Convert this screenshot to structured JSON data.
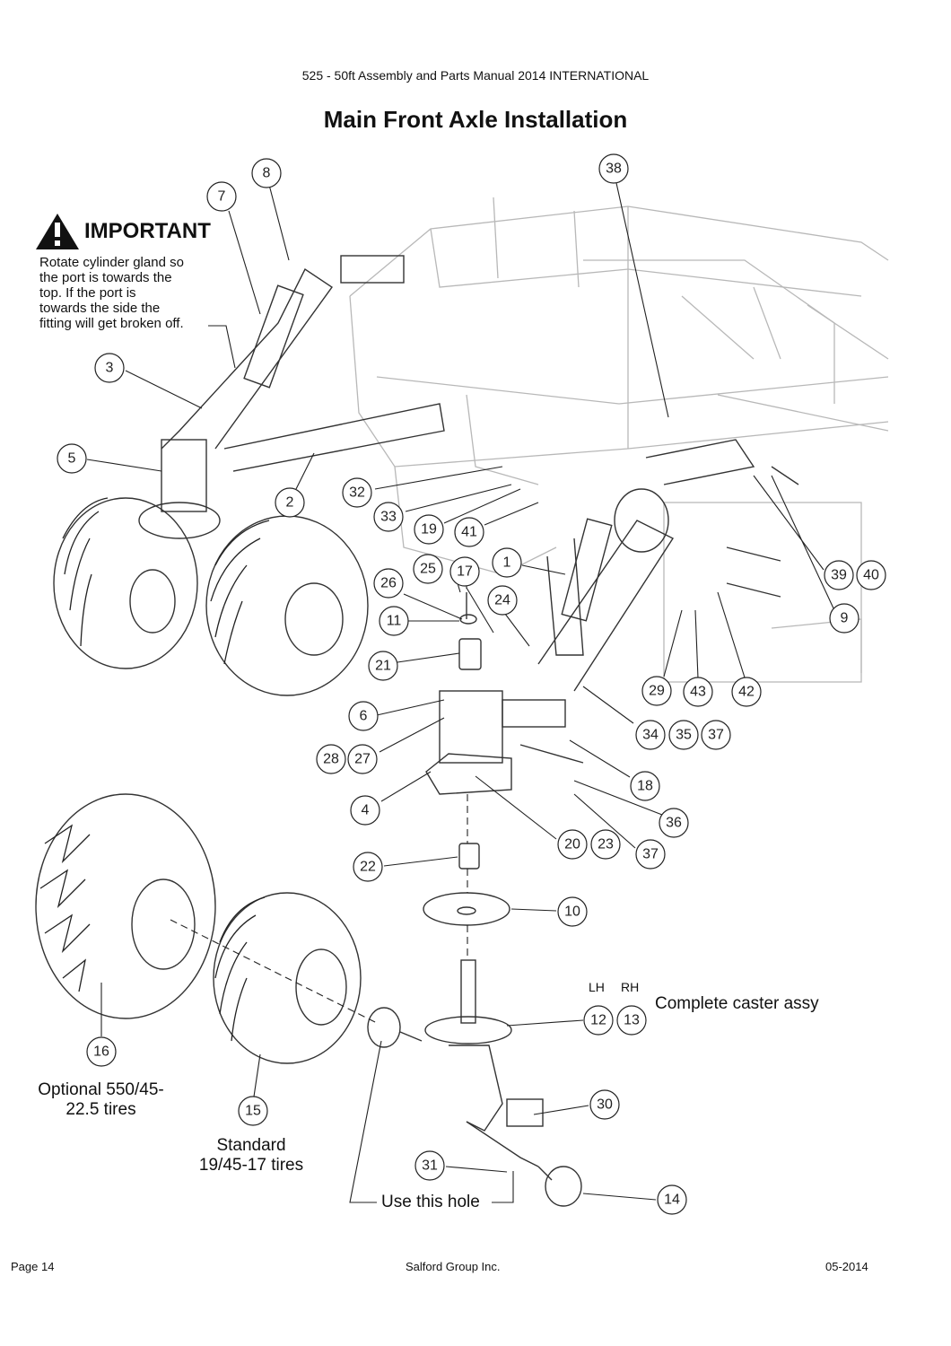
{
  "header": "525 - 50ft Assembly and Parts Manual 2014 INTERNATIONAL",
  "title": "Main Front Axle Installation",
  "important": {
    "title": "IMPORTANT",
    "lines": [
      "Rotate cylinder gland so",
      "the port is towards the",
      "top. If the port is",
      "towards the side the",
      "fitting will get broken off."
    ]
  },
  "callouts": [
    "8",
    "7",
    "38",
    "3",
    "5",
    "2",
    "32",
    "33",
    "19",
    "41",
    "1",
    "39",
    "40",
    "9",
    "25",
    "17",
    "26",
    "24",
    "11",
    "21",
    "29",
    "43",
    "42",
    "6",
    "34",
    "35",
    "37",
    "28",
    "27",
    "18",
    "4",
    "36",
    "20",
    "23",
    "37",
    "22",
    "10",
    "12",
    "13",
    "30",
    "16",
    "15",
    "31",
    "14"
  ],
  "labels": {
    "lh": "LH",
    "rh": "RH",
    "complete_caster": "Complete caster assy",
    "optional_tires_1": "Optional 550/45-",
    "optional_tires_2": "22.5 tires",
    "standard_tires_1": "Standard",
    "standard_tires_2": "19/45-17 tires",
    "use_hole": "Use this hole"
  },
  "footer": {
    "page": "Page 14",
    "company": "Salford Group Inc.",
    "date": "05-2014"
  }
}
